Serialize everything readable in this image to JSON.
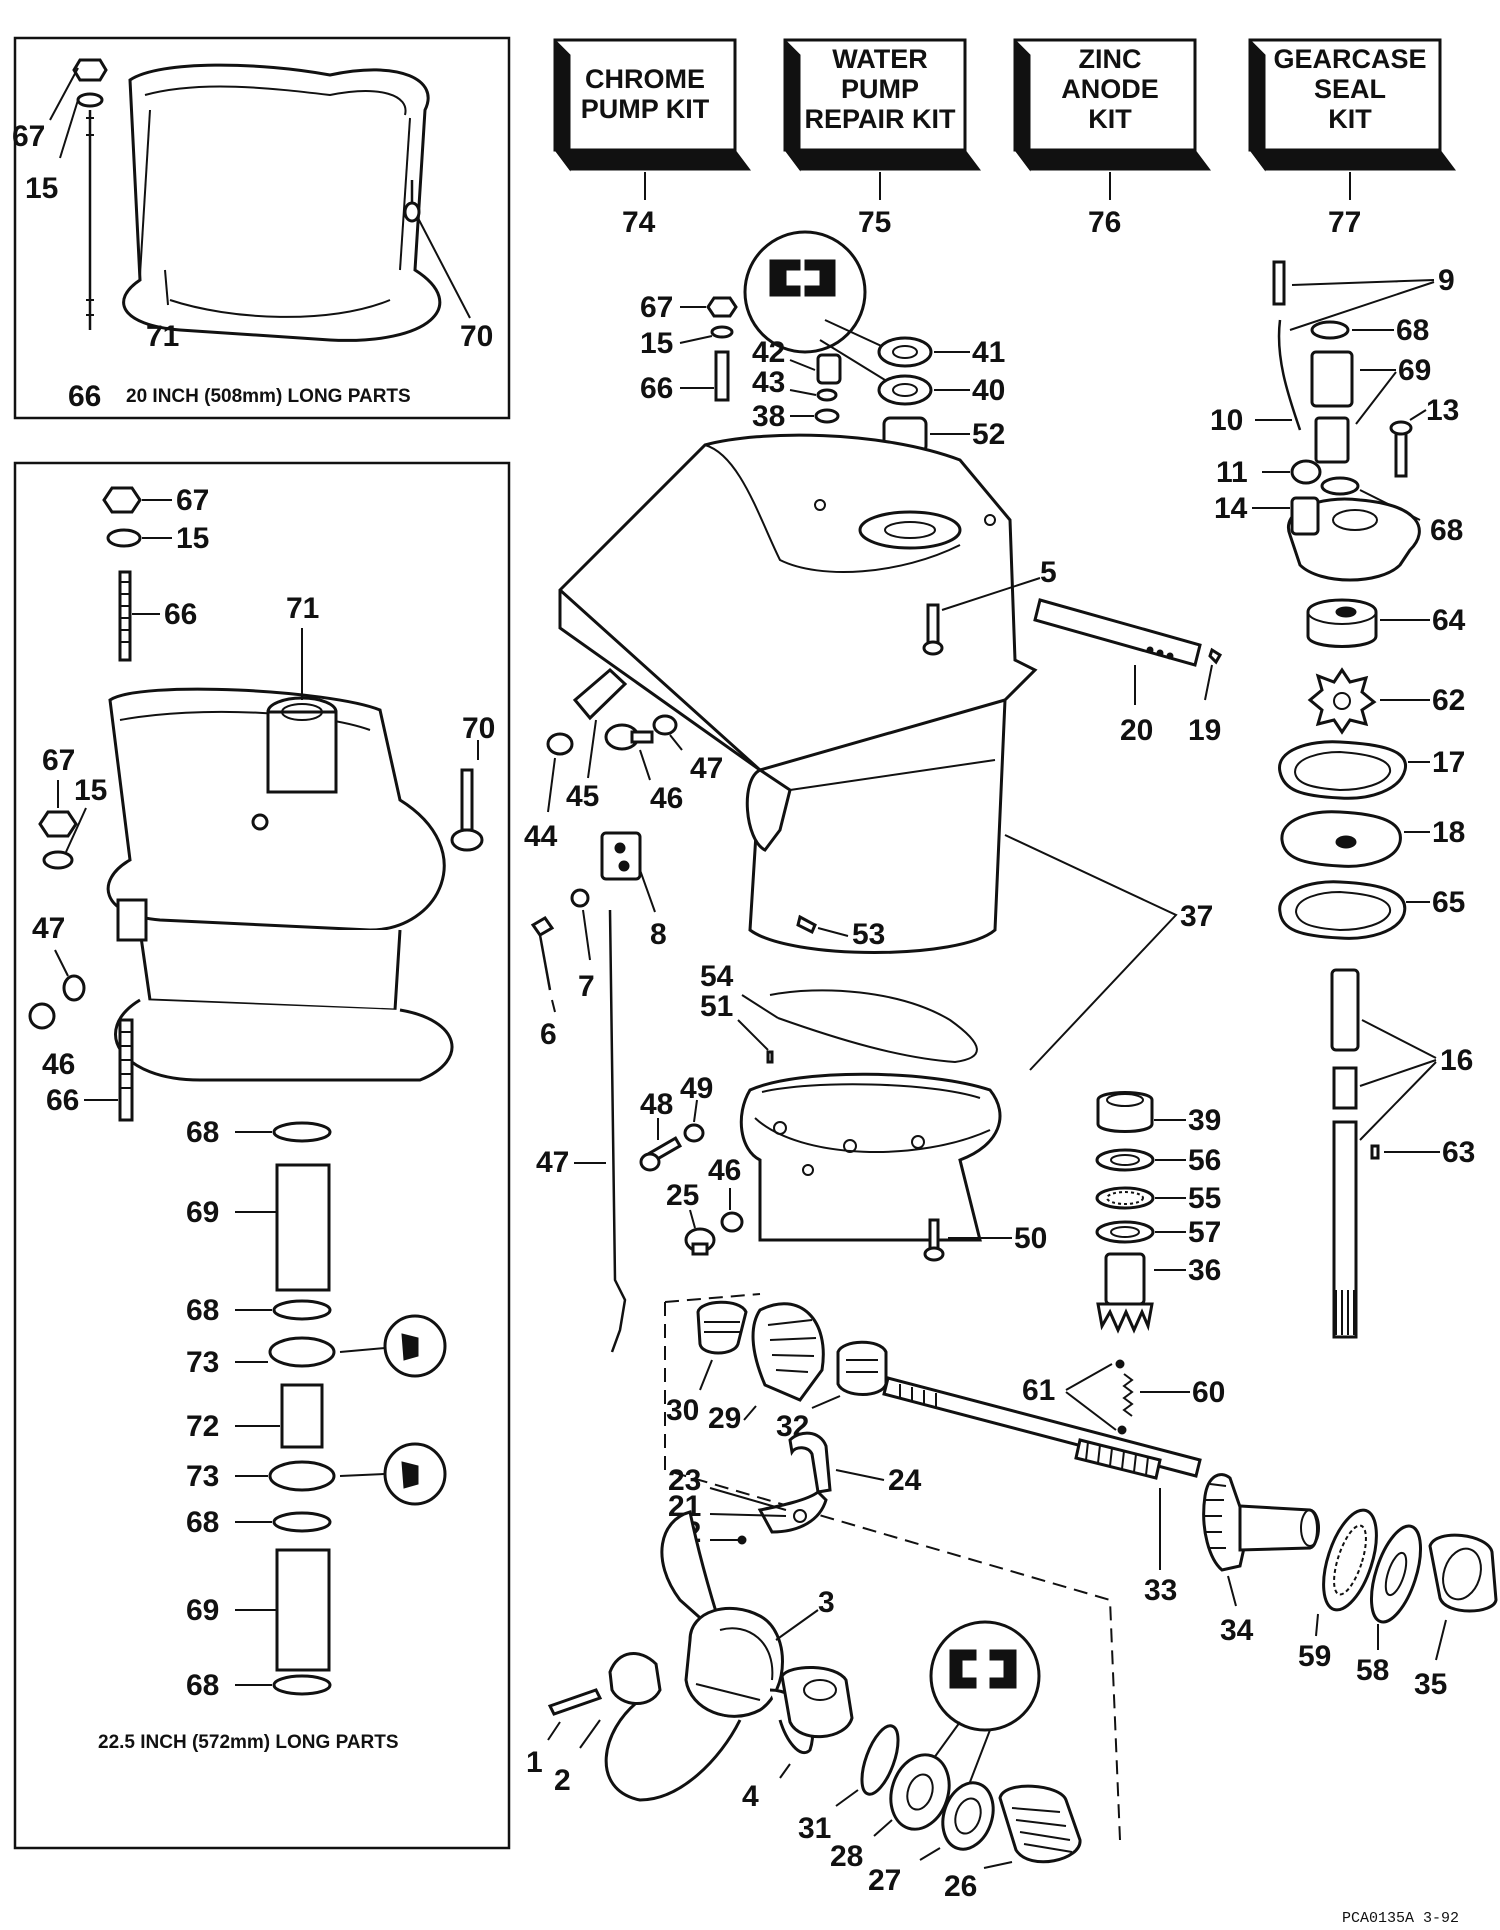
{
  "kits": [
    {
      "label": "CHROME\nPUMP KIT",
      "number": "74"
    },
    {
      "label": "WATER\nPUMP\nREPAIR KIT",
      "number": "75"
    },
    {
      "label": "ZINC\nANODE\nKIT",
      "number": "76"
    },
    {
      "label": "GEARCASE\nSEAL\nKIT",
      "number": "77"
    }
  ],
  "captions": {
    "short_parts": "20 INCH (508mm) LONG PARTS",
    "long_parts": "22.5 INCH (572mm) LONG PARTS",
    "drawing_code": "PCA0135A  3-92"
  },
  "callouts": [
    "67",
    "15",
    "71",
    "70",
    "66",
    "67",
    "15",
    "66",
    "71",
    "70",
    "67",
    "15",
    "47",
    "46",
    "66",
    "68",
    "69",
    "68",
    "73",
    "72",
    "73",
    "68",
    "69",
    "68",
    "67",
    "15",
    "66",
    "42",
    "43",
    "38",
    "41",
    "40",
    "52",
    "9",
    "68",
    "69",
    "10",
    "13",
    "11",
    "14",
    "68",
    "64",
    "62",
    "17",
    "18",
    "65",
    "16",
    "63",
    "5",
    "20",
    "19",
    "44",
    "45",
    "46",
    "47",
    "8",
    "7",
    "6",
    "53",
    "37",
    "54",
    "51",
    "49",
    "48",
    "47",
    "46",
    "25",
    "50",
    "39",
    "56",
    "55",
    "57",
    "36",
    "30",
    "29",
    "32",
    "61",
    "60",
    "24",
    "23",
    "21",
    "22",
    "33",
    "34",
    "59",
    "58",
    "35",
    "3",
    "1",
    "2",
    "4",
    "31",
    "28",
    "27",
    "26"
  ]
}
